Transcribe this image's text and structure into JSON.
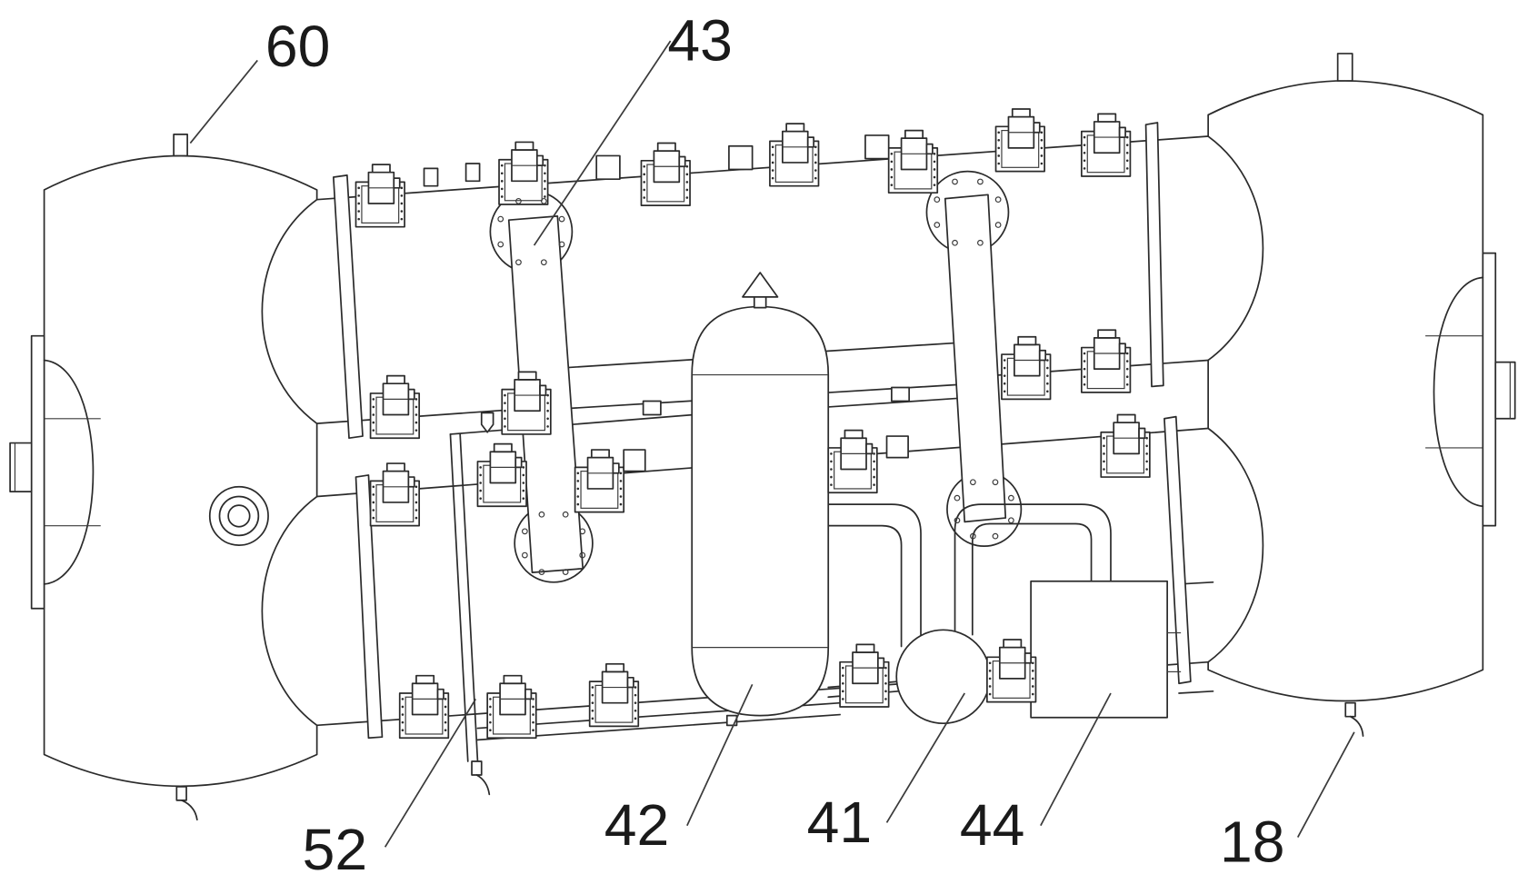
{
  "labels": [
    "60",
    "43",
    "52",
    "42",
    "41",
    "44",
    "18"
  ]
}
